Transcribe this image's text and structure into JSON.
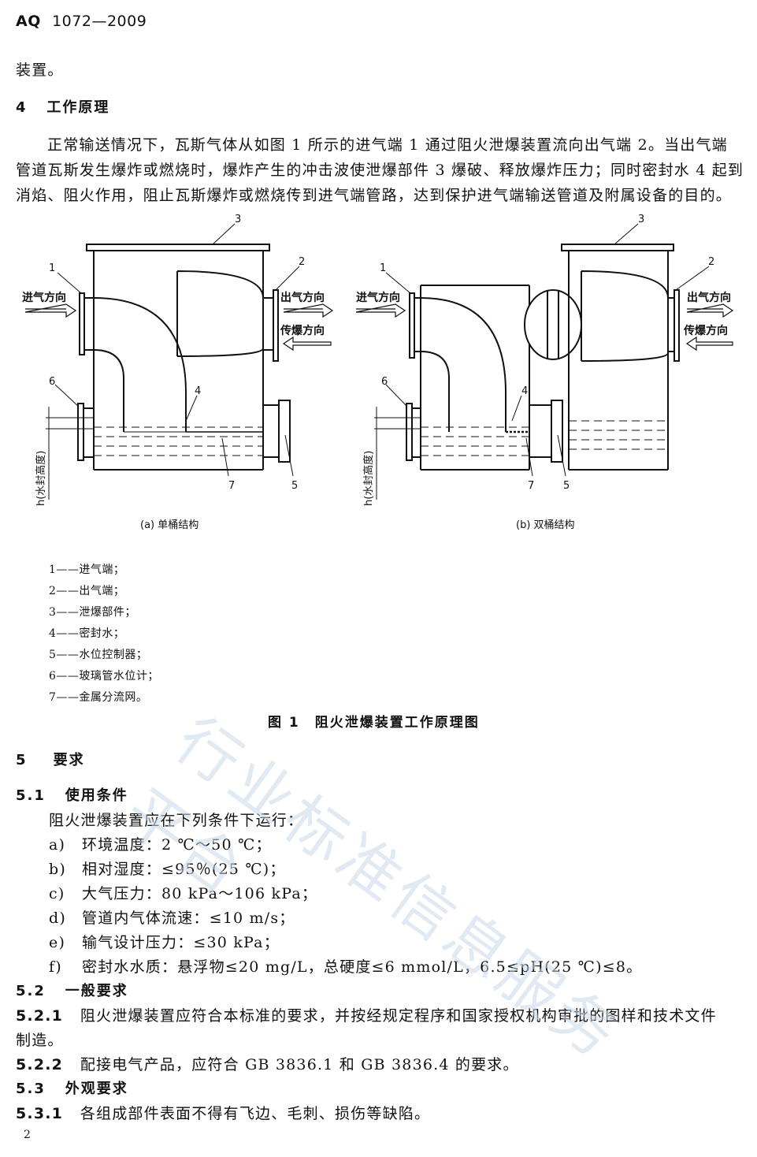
{
  "header": {
    "std_code": "AQ",
    "std_number": "1072—2009"
  },
  "intro_tail": "装置。",
  "section4": {
    "num": "4",
    "title": "工作原理",
    "para": [
      "正常输送情况下，瓦斯气体从如图 1 所示的进气端 1 通过阻火泄爆装置流向出气端 2。当出气端",
      "管道瓦斯发生爆炸或燃烧时，爆炸产生的冲击波使泄爆部件 3 爆破、释放爆炸压力；同时密封水 4 起到",
      "消焰、阻火作用，阻止瓦斯爆炸或燃烧传到进气端管路，达到保护进气端输送管道及附属设备的目的。"
    ]
  },
  "figure": {
    "inlet_label": "进气方向",
    "outlet_label": "出气方向",
    "propagation_label": "传爆方向",
    "height_label": "h(水封高度)",
    "num_1": "1",
    "num_2": "2",
    "num_3": "3",
    "num_4": "4",
    "num_5": "5",
    "num_6": "6",
    "num_7": "7",
    "caption_a": "(a) 单桶结构",
    "caption_b": "(b) 双桶结构",
    "legend": [
      "1——进气端；",
      "2——出气端；",
      "3——泄爆部件；",
      "4——密封水；",
      "5——水位控制器；",
      "6——玻璃管水位计；",
      "7——金属分流网。"
    ],
    "title": "图 1　阻火泄爆装置工作原理图"
  },
  "section5": {
    "num": "5",
    "title": "要求"
  },
  "s5_1": {
    "num": "5.1",
    "title": "使用条件",
    "intro": "阻火泄爆装置应在下列条件下运行：",
    "items": [
      {
        "label": "a)",
        "text": "环境温度：2 ℃～50 ℃；"
      },
      {
        "label": "b)",
        "text": "相对湿度：≤95％(25 ℃)；"
      },
      {
        "label": "c)",
        "text": "大气压力：80 kPa～106 kPa；"
      },
      {
        "label": "d)",
        "text": "管道内气体流速：≤10 m/s；"
      },
      {
        "label": "e)",
        "text": "输气设计压力：≤30 kPa；"
      },
      {
        "label": "f)",
        "text": "密封水水质：悬浮物≤20 mg/L，总硬度≤6 mmol/L，6.5≤pH(25 ℃)≤8。"
      }
    ]
  },
  "s5_2": {
    "num": "5.2",
    "title": "一般要求"
  },
  "s5_2_1": {
    "num": "5.2.1",
    "line1": "阻火泄爆装置应符合本标准的要求，并按经规定程序和国家授权机构审批的图样和技术文件",
    "line2": "制造。"
  },
  "s5_2_2": {
    "num": "5.2.2",
    "text": "配接电气产品，应符合 GB 3836.1 和 GB 3836.4 的要求。"
  },
  "s5_3": {
    "num": "5.3",
    "title": "外观要求"
  },
  "s5_3_1": {
    "num": "5.3.1",
    "text": "各组成部件表面不得有飞边、毛刺、损伤等缺陷。"
  },
  "page_number": "2",
  "watermark": "行业标准信息服务平台"
}
